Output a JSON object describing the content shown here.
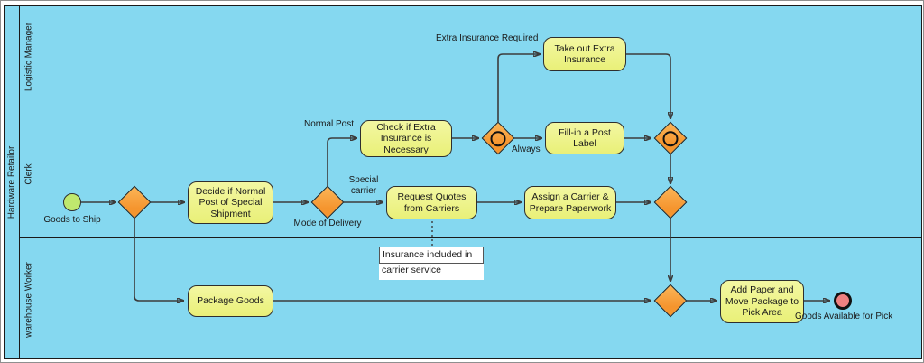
{
  "colors": {
    "lane_fill": "#85D8F0",
    "line": "#3C3C3C",
    "task_fill_top": "#F3F7A2",
    "task_fill_bot": "#E9F078",
    "task_border": "#2E2E2E",
    "gateway_fill": "#F5952E",
    "gateway_border": "#1F1F1F",
    "start_fill": "#BFE86E",
    "end_fill": "#EF8181",
    "annotation_bg": "#FFFFFF",
    "annotation_border": "#555555"
  },
  "pool": {
    "title": "Hardware Retailor",
    "lanes": [
      {
        "label": "Logistic Manager"
      },
      {
        "label": "Clerk"
      },
      {
        "label": "warehouse Worker"
      }
    ]
  },
  "nodes": {
    "start_event": {
      "label": "Goods to Ship"
    },
    "end_event": {
      "label": "Goods Available for Pick"
    },
    "tasks": {
      "take_out_extra_insurance": {
        "label": "Take out Extra Insurance"
      },
      "check_extra_insurance": {
        "label": "Check if Extra Insurance is Necessary"
      },
      "fill_in_post_label": {
        "label": "Fill-in a Post Label"
      },
      "decide_normal_post": {
        "label": "Decide if Normal Post of Special Shipment"
      },
      "request_quotes": {
        "label": "Request Quotes from Carriers"
      },
      "assign_carrier": {
        "label": "Assign a Carrier & Prepare Paperwork"
      },
      "package_goods": {
        "label": "Package Goods"
      },
      "add_paper_move_package": {
        "label": "Add Paper and Move Package to Pick Area"
      }
    },
    "gateways": {
      "mode_of_delivery": {
        "label": "Mode of Delivery"
      }
    }
  },
  "edge_labels": {
    "extra_insurance_required": "Extra Insurance Required",
    "normal_post": "Normal Post",
    "special_carrier": "Special carrier",
    "always": "Always"
  },
  "annotation": {
    "line1": "Insurance included in",
    "line2": "carrier service"
  }
}
